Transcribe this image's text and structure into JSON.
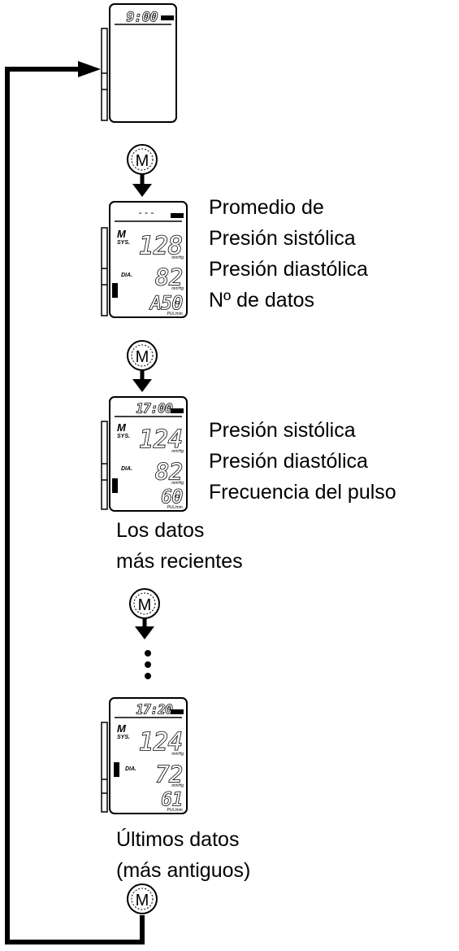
{
  "button_label": "M",
  "screen1": {
    "time": "9:00"
  },
  "screen2": {
    "top": "- - -",
    "sys_label": "SYS.",
    "dia_label": "DIA.",
    "sys": "128",
    "dia": "82",
    "bottom": "A50",
    "unit1": "mmHg",
    "unit2": "mmHg",
    "unit3": "PUL/min.",
    "annotations": [
      "Promedio de",
      "Presión sistólica",
      "Presión diastólica",
      "Nº de datos"
    ]
  },
  "screen3": {
    "time": "17:00",
    "sys_label": "SYS.",
    "dia_label": "DIA.",
    "sys": "124",
    "dia": "82",
    "bottom": "60",
    "unit1": "mmHg",
    "unit2": "mmHg",
    "unit3": "PUL/min.",
    "annotations": [
      "Presión sistólica",
      "Presión diastólica",
      "Frecuencia del pulso"
    ],
    "caption": [
      "Los datos",
      "más recientes"
    ]
  },
  "screen4": {
    "time": "17:20",
    "sys_label": "SYS.",
    "dia_label": "DIA.",
    "sys": "124",
    "dia": "72",
    "bottom": "61",
    "unit1": "mmHg",
    "unit2": "mmHg",
    "unit3": "PUL/min.",
    "caption": [
      "Últimos datos",
      "(más antiguos)"
    ]
  }
}
